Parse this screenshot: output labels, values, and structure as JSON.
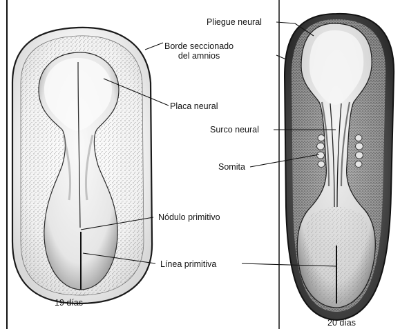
{
  "labels": {
    "pliegue_neural": "Pliegue neural",
    "borde_line1": "Borde seccionado",
    "borde_line2": "del amnios",
    "placa_neural": "Placa neural",
    "surco_neural": "Surco neural",
    "somita": "Somita",
    "nodulo_primitivo": "Nódulo primitivo",
    "linea_primitiva": "Línea primitiva",
    "age_19": "19 días",
    "age_20": "20 días"
  },
  "colors": {
    "ink": "#1a1a1a",
    "dark_stipple": "#3a3a3a",
    "page": "#ffffff"
  }
}
